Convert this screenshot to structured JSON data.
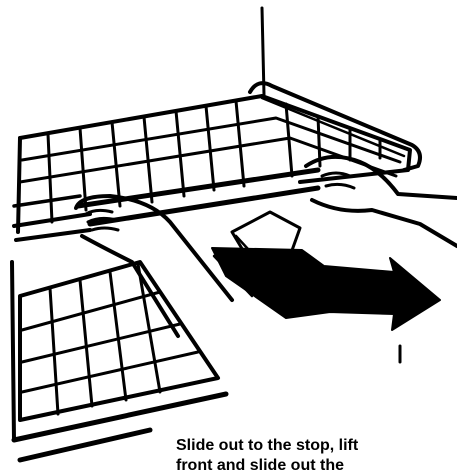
{
  "figure": {
    "subject": "pulling refrigerator shelf forward with both hands",
    "arrow_direction": "out"
  },
  "caption": {
    "line1": "Slide out to the stop, lift",
    "line2": "front and slide out the"
  },
  "colors": {
    "ink": "#000000",
    "paper": "#ffffff"
  }
}
